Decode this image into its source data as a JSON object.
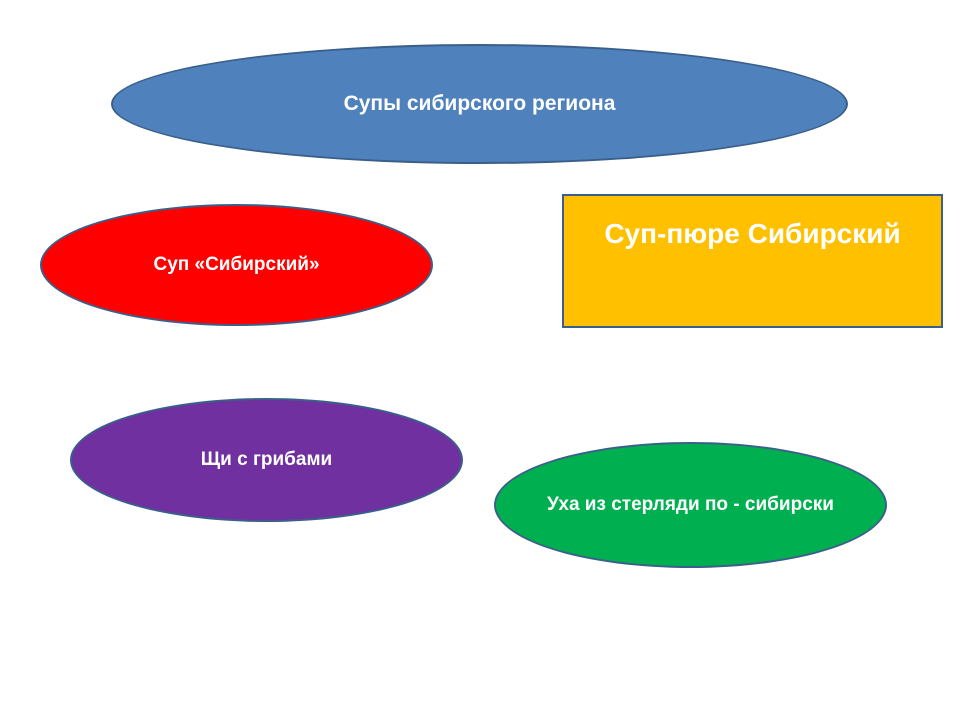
{
  "diagram": {
    "title": {
      "text": "Супы сибирского региона",
      "fill": "#4f81bd"
    },
    "items": [
      {
        "text": "Суп «Сибирский»",
        "fill": "#ff0000",
        "shape": "ellipse"
      },
      {
        "text": "Суп-пюре Сибирский",
        "fill": "#ffc000",
        "shape": "rectangle"
      },
      {
        "text": "Щи с грибами",
        "fill": "#7030a0",
        "shape": "ellipse"
      },
      {
        "text": "Уха из стерляди по - сибирски",
        "fill": "#00b050",
        "shape": "ellipse"
      }
    ],
    "outline_color": "#3a5f8a"
  }
}
